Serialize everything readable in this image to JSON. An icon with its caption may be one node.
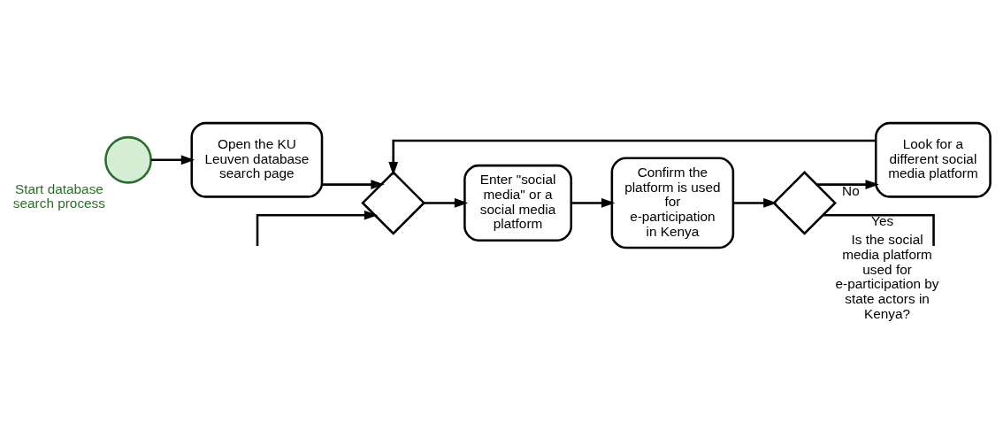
{
  "diagram": {
    "nodes": [
      {
        "text": [],
        "shape": "circle",
        "beside": [
          "Start database search process"
        ]
      },
      {
        "text": [
          "Open the KU Leuven database search page"
        ]
      },
      {
        "text": [],
        "shape": "diamond"
      },
      {
        "text": [
          "Enter \"social media\" or a social media platform"
        ]
      },
      {
        "text": [
          "Confirm the platform is used for e-participation in Kenya"
        ]
      },
      {
        "text": [],
        "shape": "diamond",
        "beside": [
          "Is the social media platform used for e-participation by state actors in Kenya?"
        ]
      },
      {
        "text": [
          "Look for a different social media platform"
        ]
      }
    ],
    "edges": [
      {
        "from": 0,
        "to": 1,
        "arrow": "to"
      },
      {
        "from": 1,
        "to": 2,
        "arrow": "to"
      },
      {
        "from": 2,
        "to": 3,
        "arrow": "to"
      },
      {
        "from": 3,
        "to": 4,
        "arrow": "to"
      },
      {
        "from": 4,
        "to": 5,
        "arrow": "to"
      },
      {
        "from": 5,
        "to": 6,
        "arrow": "to",
        "label": "No"
      },
      {
        "from": 6,
        "to": 2,
        "arrow": "to"
      },
      {
        "from": 5,
        "to": null,
        "arrow": "none",
        "label": "Yes"
      },
      {
        "from": null,
        "to": 2,
        "arrow": "to"
      }
    ]
  }
}
